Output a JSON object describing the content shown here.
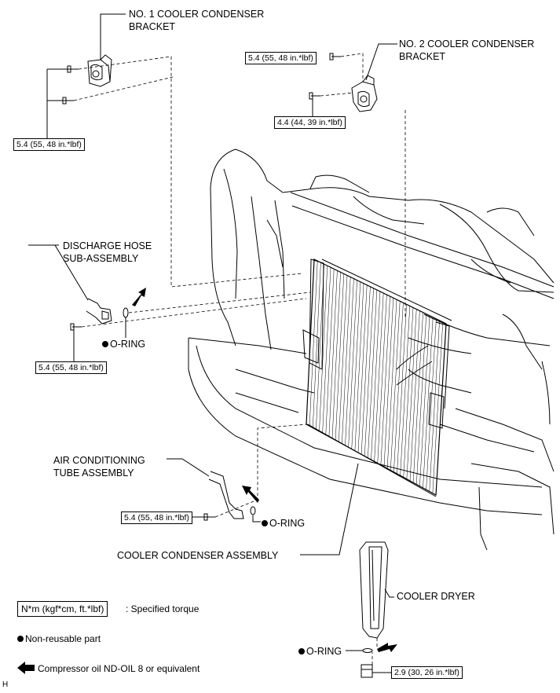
{
  "labels": {
    "cc1_bracket_line1": "NO. 1 COOLER CONDENSER",
    "cc1_bracket_line2": "BRACKET",
    "cc2_bracket_line1": "NO. 2 COOLER CONDENSER",
    "cc2_bracket_line2": "BRACKET",
    "discharge_line1": "DISCHARGE HOSE",
    "discharge_line2": "SUB-ASSEMBLY",
    "ac_tube_line1": "AIR CONDITIONING",
    "ac_tube_line2": "TUBE ASSEMBLY",
    "condenser": "COOLER CONDENSER ASSEMBLY",
    "dryer": "COOLER DRYER",
    "oring": "O-RING"
  },
  "torques": {
    "t_54": "5.4 (55, 48 in.*lbf)",
    "t_44": "4.4 (44, 39 in.*lbf)",
    "t_29": "2.9 (30, 26 in.*lbf)"
  },
  "legend": {
    "torque_box": "N*m (kgf*cm, ft.*lbf)",
    "torque_desc": ": Specified torque",
    "nonreusable": "Non-reusable part",
    "compressor_oil": "Compressor oil ND-OIL 8 or equivalent"
  },
  "corner_mark": "H"
}
